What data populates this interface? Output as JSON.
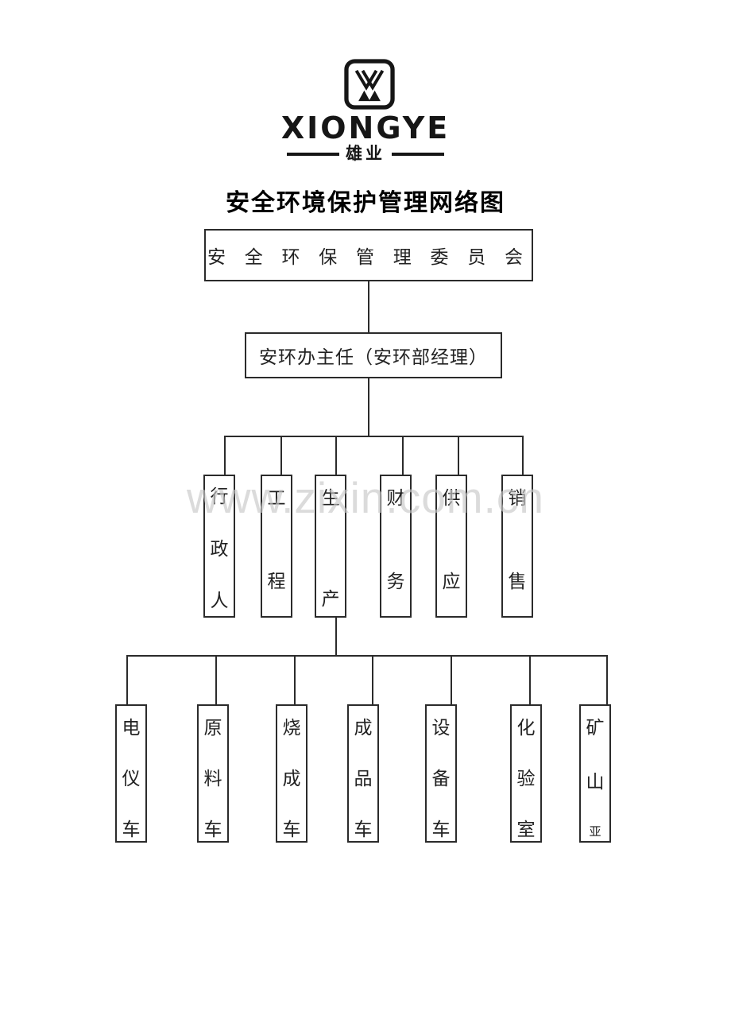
{
  "logo": {
    "brand": "XIONGYE",
    "brand_cn": "雄业"
  },
  "title": "安全环境保护管理网络图",
  "watermark": "www.zixin.com.cn",
  "colors": {
    "line": "#2b2b2b",
    "text": "#222222",
    "watermark": "#c9c9c9"
  },
  "org": {
    "level1": "安 全 环 保 管 理 委 员 会",
    "level2": "安环办主任（安环部经理）",
    "level3": [
      {
        "chars": [
          "行",
          "政",
          "人"
        ]
      },
      {
        "chars": [
          "工",
          "程"
        ]
      },
      {
        "chars": [
          "生",
          "产"
        ]
      },
      {
        "chars": [
          "财",
          "务"
        ]
      },
      {
        "chars": [
          "供",
          "应"
        ]
      },
      {
        "chars": [
          "销",
          "售"
        ]
      }
    ],
    "level4": [
      {
        "chars": [
          "电",
          "仪",
          "车"
        ]
      },
      {
        "chars": [
          "原",
          "料",
          "车"
        ]
      },
      {
        "chars": [
          "烧",
          "成",
          "车"
        ]
      },
      {
        "chars": [
          "成",
          "品",
          "车"
        ]
      },
      {
        "chars": [
          "设",
          "备",
          "车"
        ]
      },
      {
        "chars": [
          "化",
          "验",
          "室"
        ]
      },
      {
        "chars": [
          "矿",
          "山",
          "亚"
        ]
      }
    ]
  }
}
